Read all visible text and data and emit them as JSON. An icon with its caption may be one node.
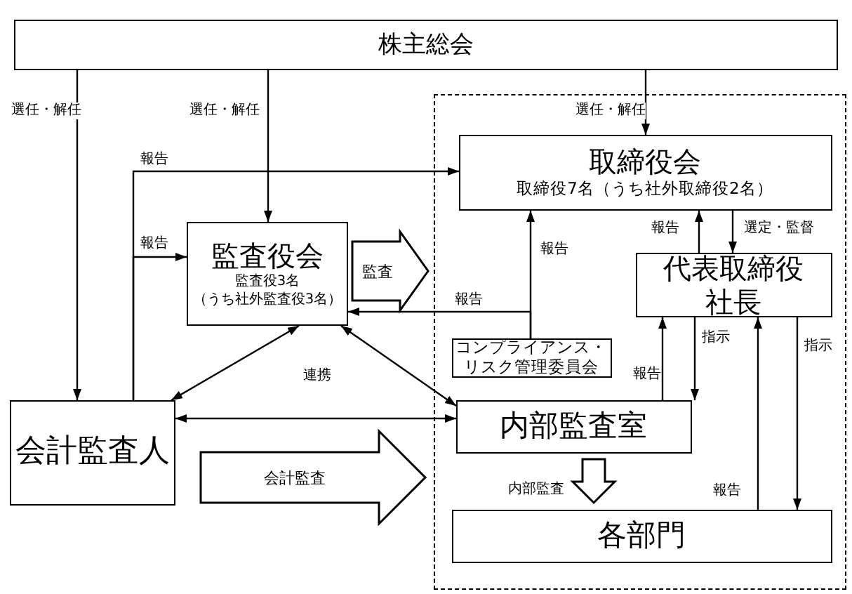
{
  "diagram": {
    "nodes": [
      {
        "text": [
          "株主総会"
        ]
      },
      {
        "text": [],
        "shape": "box"
      },
      {
        "text": [
          "取締役会",
          "取締役7名（うち社外取締役2名）"
        ],
        "in": 1
      },
      {
        "text": [
          "監査役会",
          "監査役3名",
          "（うち社外監査役3名）"
        ]
      },
      {
        "text": [
          "代表取締役社長"
        ],
        "in": 1
      },
      {
        "text": [
          "コンプライアンス・リスク管理委員会"
        ],
        "in": 1
      },
      {
        "text": [
          "会計監査人"
        ]
      },
      {
        "text": [
          "内部監査室"
        ],
        "in": 1
      },
      {
        "text": [
          "各部門"
        ],
        "in": 1
      }
    ],
    "edges": [
      {
        "from": 0,
        "to": 6,
        "arrow": "to",
        "label": "選任・解任"
      },
      {
        "from": 0,
        "to": 3,
        "arrow": "to",
        "label": "選任・解任"
      },
      {
        "from": 0,
        "to": 2,
        "arrow": "to",
        "label": "選任・解任"
      },
      {
        "from": 6,
        "to": 2,
        "arrow": "to",
        "label": "報告"
      },
      {
        "from": 6,
        "to": 3,
        "arrow": "to",
        "label": "報告"
      },
      {
        "from": 3,
        "to": 1,
        "arrow": "to",
        "label": "監査",
        "style": "thick"
      },
      {
        "from": 5,
        "to": 2,
        "arrow": "to",
        "label": "報告"
      },
      {
        "from": 5,
        "to": 3,
        "arrow": "to",
        "label": "報告"
      },
      {
        "from": 6,
        "to": 7,
        "arrow": "both",
        "label": "連携"
      },
      {
        "from": 3,
        "to": 6,
        "arrow": "both"
      },
      {
        "from": 3,
        "to": 7,
        "arrow": "both"
      },
      {
        "from": 4,
        "to": 2,
        "arrow": "to",
        "label": "報告"
      },
      {
        "from": 2,
        "to": 4,
        "arrow": "to",
        "label": "選定・監督"
      },
      {
        "from": 7,
        "to": 4,
        "arrow": "to",
        "label": "報告"
      },
      {
        "from": 4,
        "to": 7,
        "arrow": "to",
        "label": "指示"
      },
      {
        "from": 8,
        "to": 4,
        "arrow": "to",
        "label": "報告"
      },
      {
        "from": 4,
        "to": 8,
        "arrow": "to",
        "label": "指示"
      },
      {
        "from": 6,
        "to": 1,
        "arrow": "to",
        "label": "会計監査",
        "style": "thick"
      },
      {
        "from": 7,
        "to": 8,
        "arrow": "to",
        "label": "内部監査",
        "style": "thick"
      }
    ]
  }
}
